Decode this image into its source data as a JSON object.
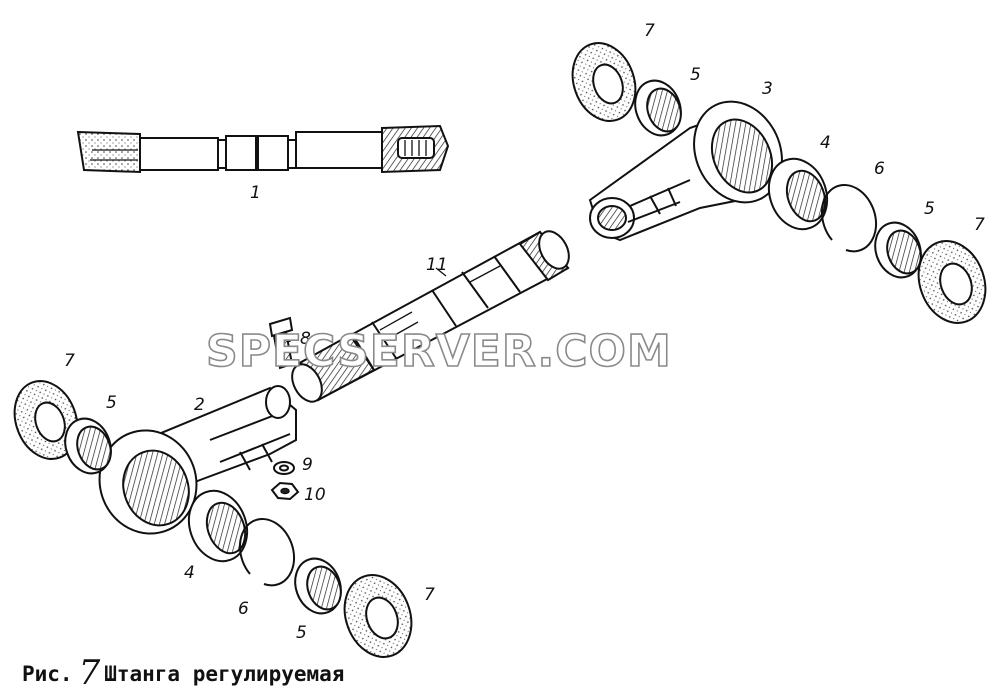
{
  "caption": {
    "prefix": "Рис.",
    "number": "7",
    "title": "Штанга регулируемая"
  },
  "watermark": "SPECSERVER.COM",
  "callouts": {
    "rod": "1",
    "lower_head": "2",
    "upper_head": "3",
    "upper_bearing": "4",
    "lower_bearing": "4",
    "upper_inner_ring_top": "5",
    "upper_inner_ring_bottom": "5",
    "lower_inner_ring_top": "5",
    "lower_inner_ring_bottom": "5",
    "upper_snap_ring": "6",
    "lower_snap_ring": "6",
    "upper_seal_top": "7",
    "upper_seal_bottom": "7",
    "lower_seal_top": "7",
    "lower_seal_bottom": "7",
    "bolt": "8",
    "washer": "9",
    "nut": "10",
    "threaded_shaft": "11"
  }
}
